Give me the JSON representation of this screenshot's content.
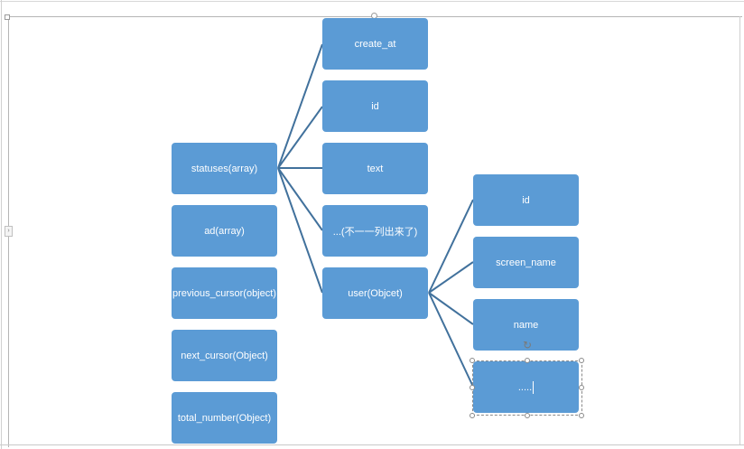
{
  "diagram": {
    "root_nodes": [
      {
        "id": "statuses",
        "label": "statuses(array)"
      },
      {
        "id": "ad",
        "label": "ad(array)"
      },
      {
        "id": "previous_cursor",
        "label": "previous_cursor(object)"
      },
      {
        "id": "next_cursor",
        "label": "next_cursor(Object)"
      },
      {
        "id": "total_number",
        "label": "total_number(Object)"
      }
    ],
    "status_fields": [
      {
        "id": "create_at",
        "label": "create_at"
      },
      {
        "id": "status_id",
        "label": "id"
      },
      {
        "id": "text",
        "label": "text"
      },
      {
        "id": "more",
        "label": "...(不一一列出来了)"
      },
      {
        "id": "user",
        "label": "user(Objcet)"
      }
    ],
    "user_fields": [
      {
        "id": "user_id",
        "label": "id"
      },
      {
        "id": "screen_name",
        "label": "screen_name"
      },
      {
        "id": "name",
        "label": "name"
      },
      {
        "id": "user_more",
        "label": "....."
      }
    ],
    "colors": {
      "node_fill": "#5b9bd5",
      "connector": "#41719c",
      "text": "#ffffff"
    }
  }
}
